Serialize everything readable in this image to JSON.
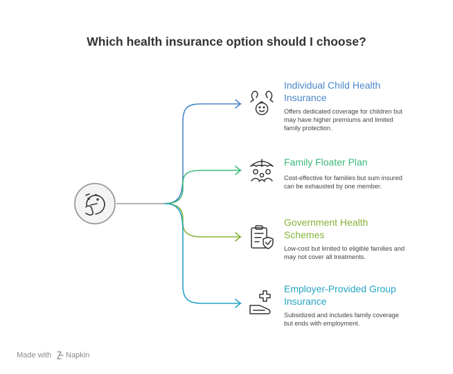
{
  "title": "Which health insurance option should I choose?",
  "center_icon": "thinking-face-icon",
  "options": [
    {
      "title_lines": [
        "Individual Child Health",
        "Insurance"
      ],
      "desc_lines": [
        "Offers dedicated coverage for children but",
        "may have higher premiums and limited",
        "family protection."
      ],
      "icon": "child-protection-icon",
      "color": "#4a86c8"
    },
    {
      "title_lines": [
        "Family Floater Plan"
      ],
      "desc_lines": [
        "Cost-effective for families but sum insured",
        "can be exhausted by one member."
      ],
      "icon": "family-umbrella-icon",
      "color": "#3cb878"
    },
    {
      "title_lines": [
        "Government Health",
        "Schemes"
      ],
      "desc_lines": [
        "Low-cost but limited to eligible families and",
        "may not cover all treatments."
      ],
      "icon": "clipboard-check-icon",
      "color": "#86b33a"
    },
    {
      "title_lines": [
        "Employer-Provided Group",
        "Insurance"
      ],
      "desc_lines": [
        "Subsidized and includes family coverage",
        "but ends with employment."
      ],
      "icon": "hand-medical-cross-icon",
      "color": "#25a3c4"
    }
  ],
  "footer": {
    "made_with": "Made with",
    "brand": "Napkin",
    "brand_icon": "napkin-logo-icon"
  }
}
